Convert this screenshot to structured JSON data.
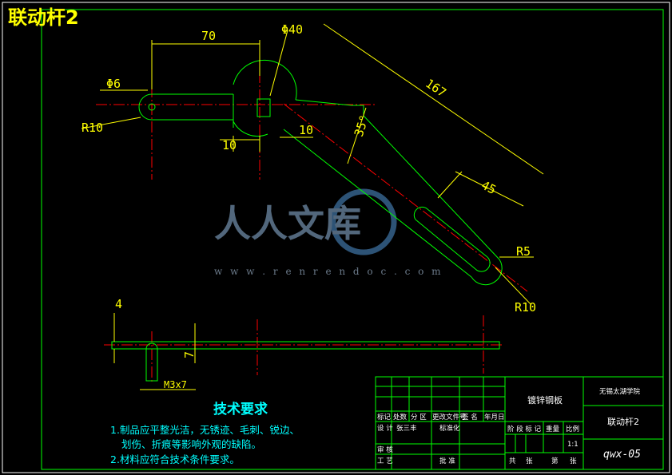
{
  "drawing": {
    "title": "联动杆2",
    "dims": {
      "d70": "70",
      "phi40": "Φ40",
      "phi6": "Φ6",
      "r10_left": "R10",
      "d10_a": "10",
      "d10_b": "10",
      "angle35": "35°",
      "d167": "167",
      "d45": "45",
      "r5": "R5",
      "r10_right": "R10",
      "d4": "4",
      "d7": "7",
      "m3x7": "M3x7"
    }
  },
  "tech": {
    "heading": "技术要求",
    "line1": "1.制品应平整光洁，无锈迹、毛刺、锐边、",
    "line2": "划伤、折痕等影响外观的缺陷。",
    "line3": "2.材料应符合技术条件要求。"
  },
  "titleblock": {
    "material": "镀锌钢板",
    "school": "无锡太湖学院",
    "part_name": "联动杆2",
    "code": "qwx-05",
    "h_biaoji": "标记",
    "h_chushu": "处数",
    "h_fenqu": "分 区",
    "h_gengaiwenjian": "更改文件号",
    "h_qianming": "签 名",
    "h_nianyueri": "年月日",
    "h_sheji": "设 计",
    "h_designer": "张三丰",
    "h_biaozhunhua": "标准化",
    "h_shenhe": "审 核",
    "h_gongyi": "工 艺",
    "h_pizhun": "批 准",
    "h_jieduan": "阶 段 标 记",
    "h_zhongliang": "重量",
    "h_bili": "比例",
    "scale": "1:1",
    "h_gong": "共",
    "h_zhang1": "张",
    "h_di": "第",
    "h_zhang2": "张"
  },
  "watermark": {
    "text": "人人文库",
    "url": "w w w . r e n r e n d o c . c o m"
  },
  "colors": {
    "frame": "#00ff00",
    "outline": "#00ff00",
    "dimension": "#ffff00",
    "center": "#ff0000",
    "text": "#ffffff",
    "tech": "#00ffff"
  }
}
